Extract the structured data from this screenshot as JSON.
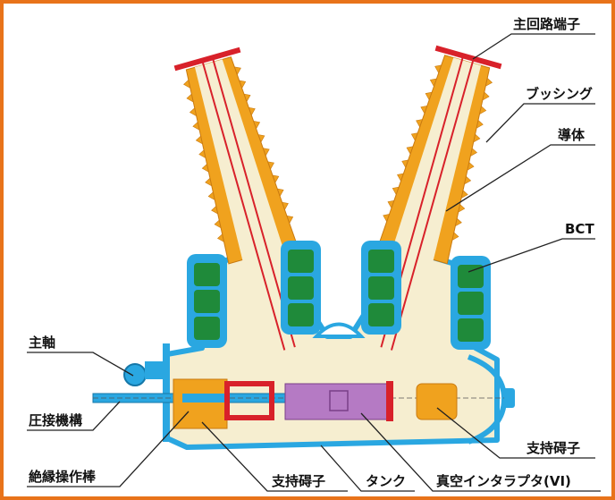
{
  "diagram": {
    "labels": {
      "main_terminal": "主回路端子",
      "bushing": "ブッシング",
      "conductor": "導体",
      "bct": "BCT",
      "main_shaft": "主軸",
      "pressure_mechanism": "圧接機構",
      "insulated_rod": "絶縁操作棒",
      "support_insulator_left": "支持碍子",
      "tank": "タンク",
      "vacuum_interrupter": "真空インタラプタ(VI)",
      "support_insulator_right": "支持碍子"
    },
    "colors": {
      "frame": "#e8731a",
      "tank_fill": "#f6eed0",
      "tank_outline": "#2aa7e1",
      "bushing": "#f0a21e",
      "terminal": "#d8212a",
      "ct_core": "#1f8a3a",
      "vi": "#b57ac4"
    }
  }
}
